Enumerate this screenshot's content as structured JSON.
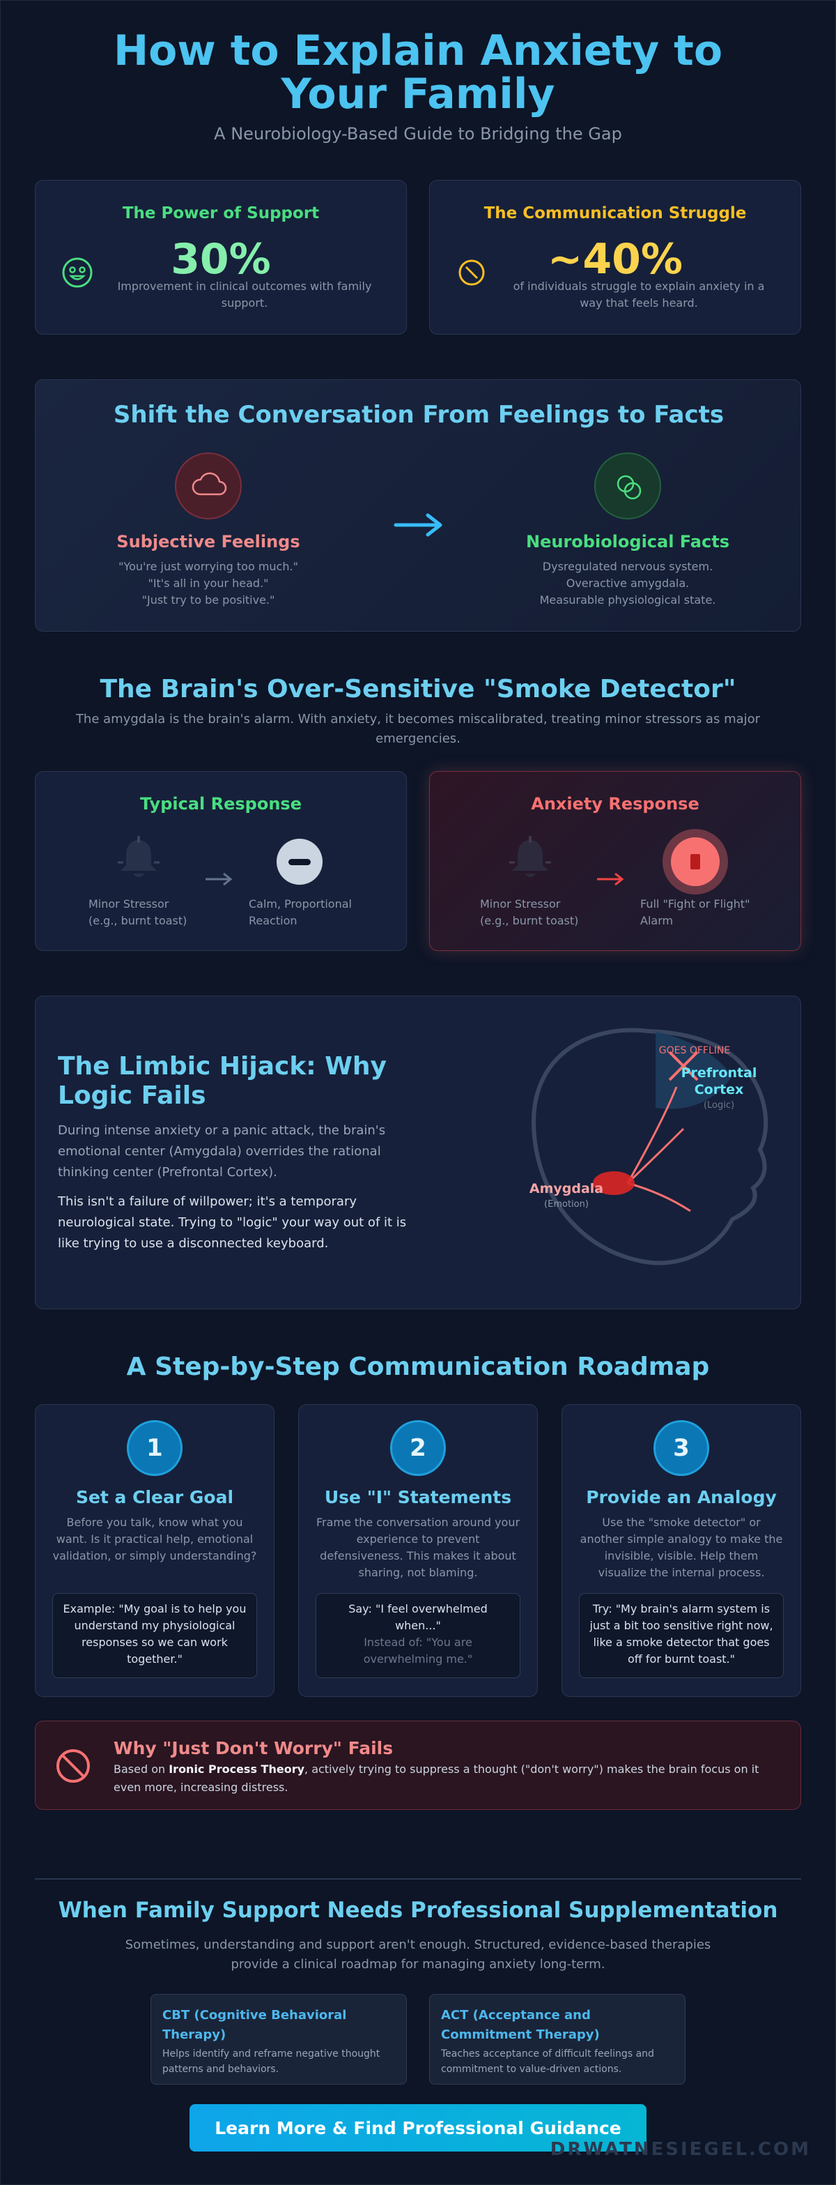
{
  "header": {
    "title": "How to Explain Anxiety to Your Family",
    "subtitle": "A Neurobiology-Based Guide to Bridging the Gap"
  },
  "stats": [
    {
      "title": "The Power of Support",
      "value": "30%",
      "description": "Improvement in clinical outcomes with family support.",
      "color": "#4ade80",
      "icon": "smiling-face-icon"
    },
    {
      "title": "The Communication Struggle",
      "value": "~40%",
      "description": "of individuals struggle to explain anxiety in a way that feels heard.",
      "color": "#fbbf24",
      "icon": "prohibited-icon"
    }
  ],
  "shift": {
    "title": "Shift the Conversation From Feelings to Facts",
    "feelings": {
      "label": "Subjective Feelings",
      "lines": [
        "\"You're just worrying too much.\"",
        "\"It's all in your head.\"",
        "\"Just try to be positive.\""
      ],
      "icon": "cloud-icon",
      "color": "#f08a8a"
    },
    "facts": {
      "label": "Neurobiological Facts",
      "lines": [
        "Dysregulated nervous system.",
        "Overactive amygdala.",
        "Measurable physiological state."
      ],
      "icon": "linked-circles-icon",
      "color": "#4ade80"
    },
    "arrow_icon": "arrow-right-icon"
  },
  "smoke": {
    "title": "The Brain's Over-Sensitive \"Smoke Detector\"",
    "description": "The amygdala is the brain's alarm. With anxiety, it becomes miscalibrated, treating minor stressors as major emergencies.",
    "typical": {
      "title": "Typical Response",
      "stressor_line1": "Minor Stressor",
      "stressor_line2": "(e.g., burnt toast)",
      "result_line1": "Calm, Proportional",
      "result_line2": "Reaction",
      "color": "#4ade80"
    },
    "anxiety": {
      "title": "Anxiety Response",
      "stressor_line1": "Minor Stressor",
      "stressor_line2": "(e.g., burnt toast)",
      "result_line1": "Full \"Fight or Flight\"",
      "result_line2": "Alarm",
      "color": "#f87171"
    }
  },
  "hijack": {
    "title": "The Limbic Hijack: Why Logic Fails",
    "paragraph1": "During intense anxiety or a panic attack, the brain's emotional center (Amygdala) overrides the rational thinking center (Prefrontal Cortex).",
    "paragraph2": "This isn't a failure of willpower; it's a temporary neurological state. Trying to \"logic\" your way out of it is like trying to use a disconnected keyboard.",
    "diagram": {
      "offline_label": "GOES OFFLINE",
      "pfc_label_1": "Prefrontal",
      "pfc_label_2": "Cortex",
      "pfc_sub": "(Logic)",
      "amygdala_label": "Amygdala",
      "amygdala_sub": "(Emotion)"
    }
  },
  "roadmap": {
    "title": "A Step-by-Step Communication Roadmap",
    "steps": [
      {
        "number": "1",
        "title": "Set a Clear Goal",
        "description": "Before you talk, know what you want. Is it practical help, emotional validation, or simply understanding?",
        "example": "Example: \"My goal is to help you understand my physiological responses so we can work together.\"",
        "instead": ""
      },
      {
        "number": "2",
        "title": "Use \"I\" Statements",
        "description": "Frame the conversation around your experience to prevent defensiveness. This makes it about sharing, not blaming.",
        "example": "Say: \"I feel overwhelmed when...\"",
        "instead": "Instead of: \"You are overwhelming me.\""
      },
      {
        "number": "3",
        "title": "Provide an Analogy",
        "description": "Use the \"smoke detector\" or another simple analogy to make the invisible, visible. Help them visualize the internal process.",
        "example": "Try: \"My brain's alarm system is just a bit too sensitive right now, like a smoke detector that goes off for burnt toast.\"",
        "instead": ""
      }
    ]
  },
  "worry": {
    "title": "Why \"Just Don't Worry\" Fails",
    "text_before": "Based on ",
    "text_bold": "Ironic Process Theory",
    "text_after": ", actively trying to suppress a thought (\"don't worry\") makes the brain focus on it even more, increasing distress.",
    "icon": "no-entry-icon"
  },
  "professional": {
    "title": "When Family Support Needs Professional Supplementation",
    "description": "Sometimes, understanding and support aren't enough. Structured, evidence-based therapies provide a clinical roadmap for managing anxiety long-term.",
    "therapies": [
      {
        "title": "CBT (Cognitive Behavioral Therapy)",
        "description": "Helps identify and reframe negative thought patterns and behaviors."
      },
      {
        "title": "ACT (Acceptance and Commitment Therapy)",
        "description": "Teaches acceptance of difficult feelings and commitment to value-driven actions."
      }
    ],
    "cta_label": "Learn More & Find Professional Guidance"
  },
  "watermark": "DRWATNESIEGEL.COM"
}
